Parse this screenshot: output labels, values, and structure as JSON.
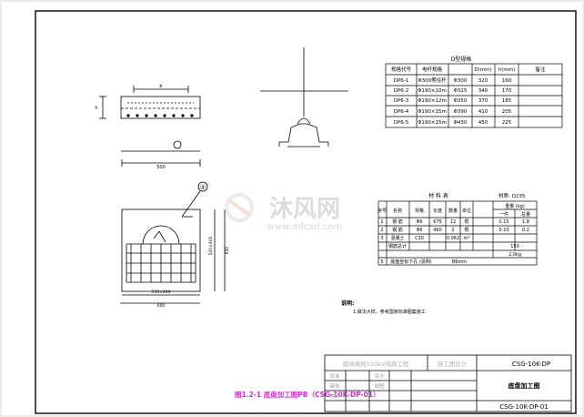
{
  "watermark": {
    "brand_cn": "沐风网",
    "url": "www.mfcad.com"
  },
  "top_drawing": {
    "dim_top": "b",
    "dim_left": "h",
    "dim_bottom": "500"
  },
  "plan_view": {
    "balloon": "②",
    "dim_inner": "530×400",
    "dim_outer": "600",
    "dim_right_inner": "520×400",
    "dim_right_outer": "630"
  },
  "spec_table": {
    "title": "D型规格",
    "headers": [
      "规格代号",
      "电杆规格",
      "D(mm)",
      "h(mm)",
      "备注"
    ],
    "rows": [
      [
        "DP6-1",
        "Φ300等径杆",
        "Φ300",
        "320",
        "160",
        ""
      ],
      [
        "DP6-2",
        "Φ190×10m",
        "Φ325",
        "340",
        "170",
        ""
      ],
      [
        "DP6-3",
        "Φ190×12m",
        "Φ350",
        "370",
        "185",
        ""
      ],
      [
        "DP6-4",
        "Φ190×15m",
        "Φ390",
        "410",
        "205",
        ""
      ],
      [
        "DP6-5",
        "Φ190×15m",
        "Φ430",
        "450",
        "225",
        ""
      ]
    ]
  },
  "material_table": {
    "title": "材 料 表",
    "grade": "材质: Q235",
    "headers": [
      "序号",
      "名称",
      "规格",
      "长度",
      "数量",
      "单位",
      "重量 (kg)"
    ],
    "weight_subheaders": [
      "一件",
      "总量"
    ],
    "rows": [
      [
        "1",
        "钢 筋",
        "Φ6",
        "675",
        "12",
        "根",
        "0.15",
        "1.8"
      ],
      [
        "2",
        "钢 筋",
        "Φ6",
        "460",
        "2",
        "根",
        "0.10",
        "0.2"
      ],
      [
        "3",
        "混凝土",
        "C30",
        "",
        "0.062",
        "m³",
        "",
        "150"
      ],
      [
        "",
        "钢筋总计",
        "",
        "",
        "",
        "",
        "",
        "2.0kg"
      ],
      [
        "5",
        "底盘坐标下孔 (说明)",
        "",
        "B6mm",
        "",
        "",
        "",
        ""
      ]
    ]
  },
  "notes": {
    "title": "说明:",
    "line1": "1.做法大样，参考国家标准图集施工"
  },
  "caption": "图1.2-1 底盘加工图PB（CSG-10K-DP-01）",
  "title_block": {
    "company": "版纳电网110kV线路工程",
    "stage": "施工图设计",
    "drawing_code": "CSG-10K-DP",
    "drawing_name": "底盘加工图",
    "drawing_no": "CSG-10K-DP-01",
    "role_labels": [
      "批准",
      "审核",
      "校核",
      "设计",
      "制图"
    ]
  }
}
